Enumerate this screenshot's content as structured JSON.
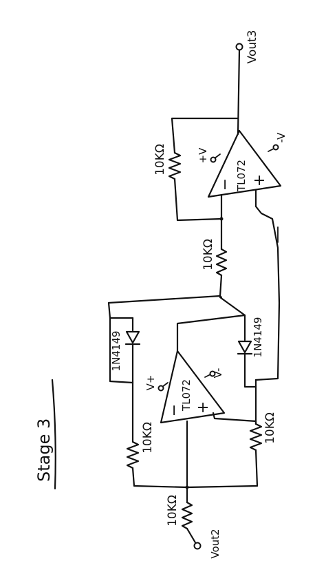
{
  "title": "Stage 3",
  "labels": {
    "vout3": "Vout3",
    "vout2": "Vout2",
    "opamp_top": "TL072",
    "opamp_bottom": "TL072",
    "r_feedback_top": "10KΩ",
    "r_between": "10KΩ",
    "r_left": "10KΩ",
    "r_right": "10KΩ",
    "r_input": "10KΩ",
    "diode_left": "1N4149",
    "diode_right": "1N4149",
    "vplus_top": "+V",
    "vminus_top": "-V",
    "vplus_bottom": "V+",
    "vminus_bottom": "V-",
    "minus_sign": "−",
    "plus_sign": "+"
  }
}
